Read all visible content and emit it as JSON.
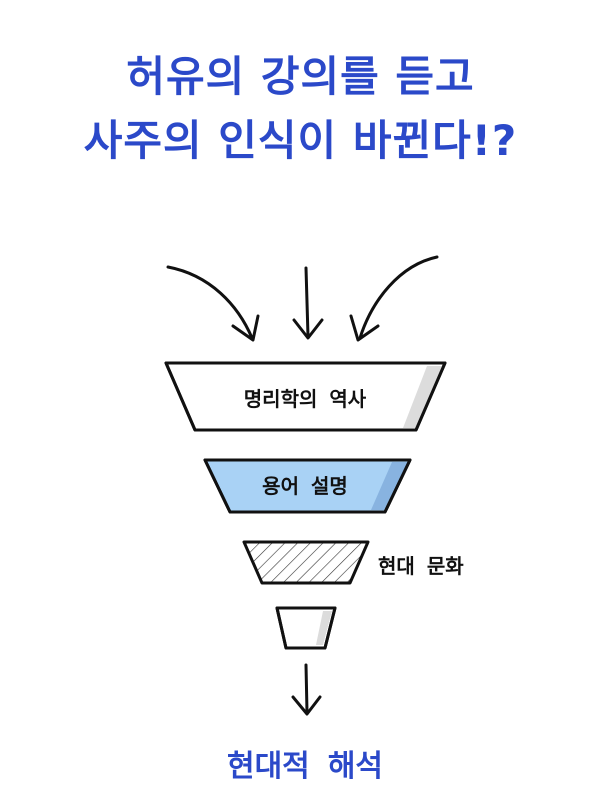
{
  "headline": {
    "line1": "허유의 강의를 듣고",
    "line2": "사주의 인식이 바뀐다!?"
  },
  "funnel": {
    "stage1": "명리학의 역사",
    "stage2": "용어 설명",
    "stage3": "현대 문화",
    "result": "현대적 해석"
  },
  "colors": {
    "title": "#2b49c9",
    "stage2_fill": "#a9d2f5",
    "shade": "#dcdcdc",
    "result": "#2b49c9"
  }
}
